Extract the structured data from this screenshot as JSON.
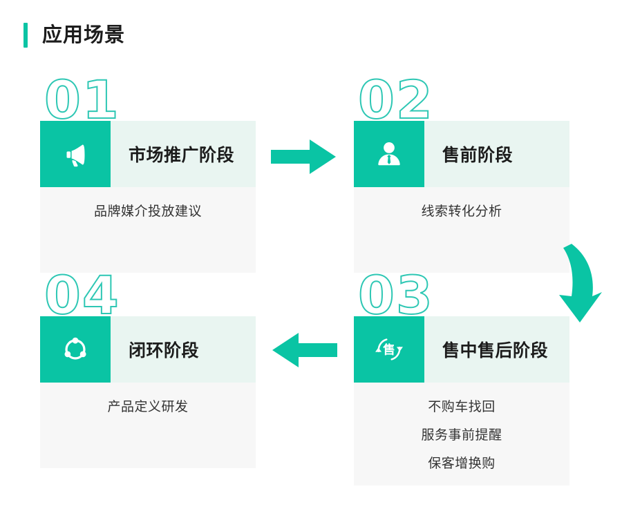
{
  "header": {
    "title": "应用场景",
    "accent_color": "#0ac4a4"
  },
  "colors": {
    "teal": "#0ac4a4",
    "number_outline": "#2ec7b4",
    "header_band": "#e9f5f1",
    "body_band": "#f7f7f7",
    "text": "#1c1c1c"
  },
  "cards": [
    {
      "number": "01",
      "title": "市场推广阶段",
      "icon": "megaphone-icon",
      "descriptions": [
        "品牌媒介投放建议"
      ]
    },
    {
      "number": "02",
      "title": "售前阶段",
      "icon": "salesperson-icon",
      "descriptions": [
        "线索转化分析"
      ]
    },
    {
      "number": "03",
      "title": "售中售后阶段",
      "icon": "sales-cycle-icon",
      "icon_text": "售",
      "descriptions": [
        "不购车找回",
        "服务事前提醒",
        "保客增换购"
      ]
    },
    {
      "number": "04",
      "title": "闭环阶段",
      "icon": "closed-loop-icon",
      "descriptions": [
        "产品定义研发"
      ]
    }
  ],
  "arrows": [
    {
      "name": "arrow-right-01-to-02",
      "direction": "right"
    },
    {
      "name": "arrow-curve-02-to-03",
      "direction": "curve-down-left"
    },
    {
      "name": "arrow-left-03-to-04",
      "direction": "left"
    }
  ]
}
